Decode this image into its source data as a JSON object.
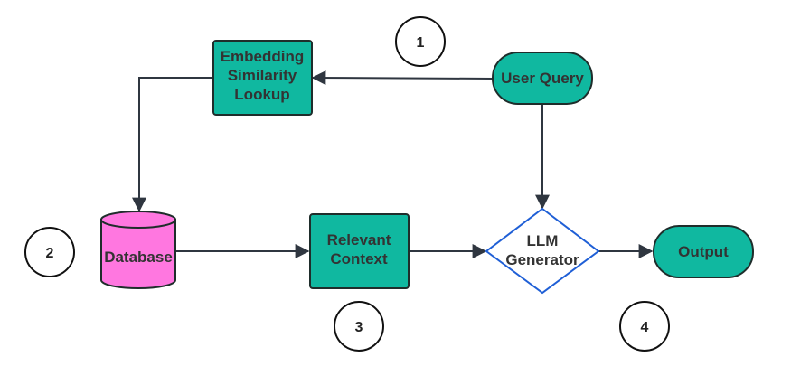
{
  "nodes": {
    "embedding": {
      "lines": [
        "Embedding",
        "Similarity",
        "Lookup"
      ]
    },
    "user_query": {
      "label": "User Query"
    },
    "database": {
      "label": "Database"
    },
    "relevant_context": {
      "lines": [
        "Relevant",
        "Context"
      ]
    },
    "llm_generator": {
      "lines": [
        "LLM",
        "Generator"
      ]
    },
    "output": {
      "label": "Output"
    }
  },
  "steps": [
    "1",
    "2",
    "3",
    "4"
  ],
  "colors": {
    "teal": "#10b8a0",
    "database_pink": "#ff77e0",
    "diamond_stroke": "#1f5fd6",
    "edge": "#2f3640"
  }
}
